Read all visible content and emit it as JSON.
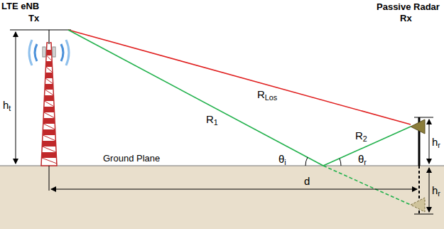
{
  "diagram": {
    "labels": [
      "LTE eNB",
      "Tx",
      "ht",
      "RLos",
      "R1",
      "R2",
      "Passive Radar",
      "Rx",
      "hr",
      "Ground Plane",
      "θi",
      "θr",
      "hr",
      "d"
    ]
  }
}
